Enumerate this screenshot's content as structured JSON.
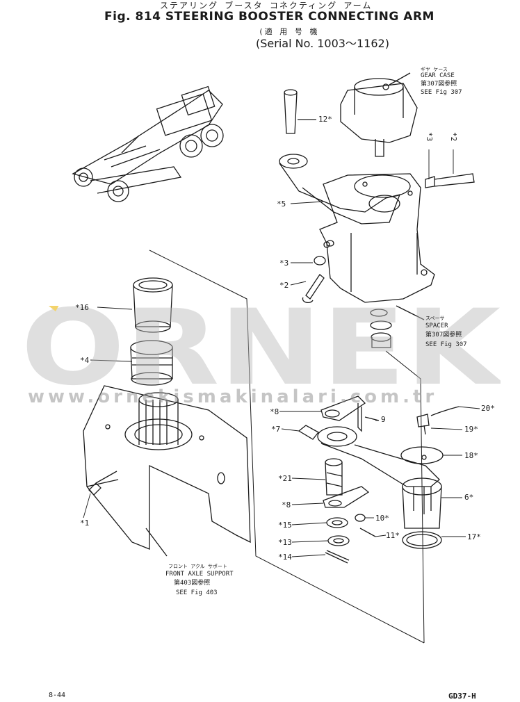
{
  "header": {
    "title_jp": "ステアリング ブースタ コネクティング アーム",
    "title_en": "Fig. 814 STEERING BOOSTER CONNECTING ARM",
    "applicable_jp": "(適 用 号 機",
    "serial": "(Serial No. 1003～1162)"
  },
  "callouts": {
    "gear_case_jp": "ギヤ ケース",
    "gear_case": "GEAR CASE",
    "gear_case_ref_jp": "第307図参照",
    "gear_case_ref": "SEE Fig 307",
    "spacer_jp": "スペーサ",
    "spacer": "SPACER",
    "spacer_ref_jp": "第307図参照",
    "spacer_ref": "SEE Fig 307",
    "front_axle_jp": "フロント アクル サポート",
    "front_axle": "FRONT AXLE SUPPORT",
    "front_axle_ref_jp": "第403図参照",
    "front_axle_ref": "SEE Fig 403"
  },
  "parts": [
    {
      "label": "12*"
    },
    {
      "label": "*5"
    },
    {
      "label": "*3"
    },
    {
      "label": "*2"
    },
    {
      "label": "*16"
    },
    {
      "label": "*4"
    },
    {
      "label": "*8"
    },
    {
      "label": "*7"
    },
    {
      "label": "9"
    },
    {
      "label": "*21"
    },
    {
      "label": "*8"
    },
    {
      "label": "*15"
    },
    {
      "label": "*13"
    },
    {
      "label": "*14"
    },
    {
      "label": "10*"
    },
    {
      "label": "11*"
    },
    {
      "label": "20*"
    },
    {
      "label": "19*"
    },
    {
      "label": "18*"
    },
    {
      "label": "6*"
    },
    {
      "label": "17*"
    },
    {
      "label": "*1"
    },
    {
      "label": "*3"
    },
    {
      "label": "*2"
    }
  ],
  "watermark": {
    "text": "ÖRNEK",
    "url": "www.ornekismakinalari.com.tr",
    "color": "#b8b8b8",
    "accent": "#f3d36b"
  },
  "footer": {
    "page": "8-44",
    "code": "GD37-H"
  }
}
